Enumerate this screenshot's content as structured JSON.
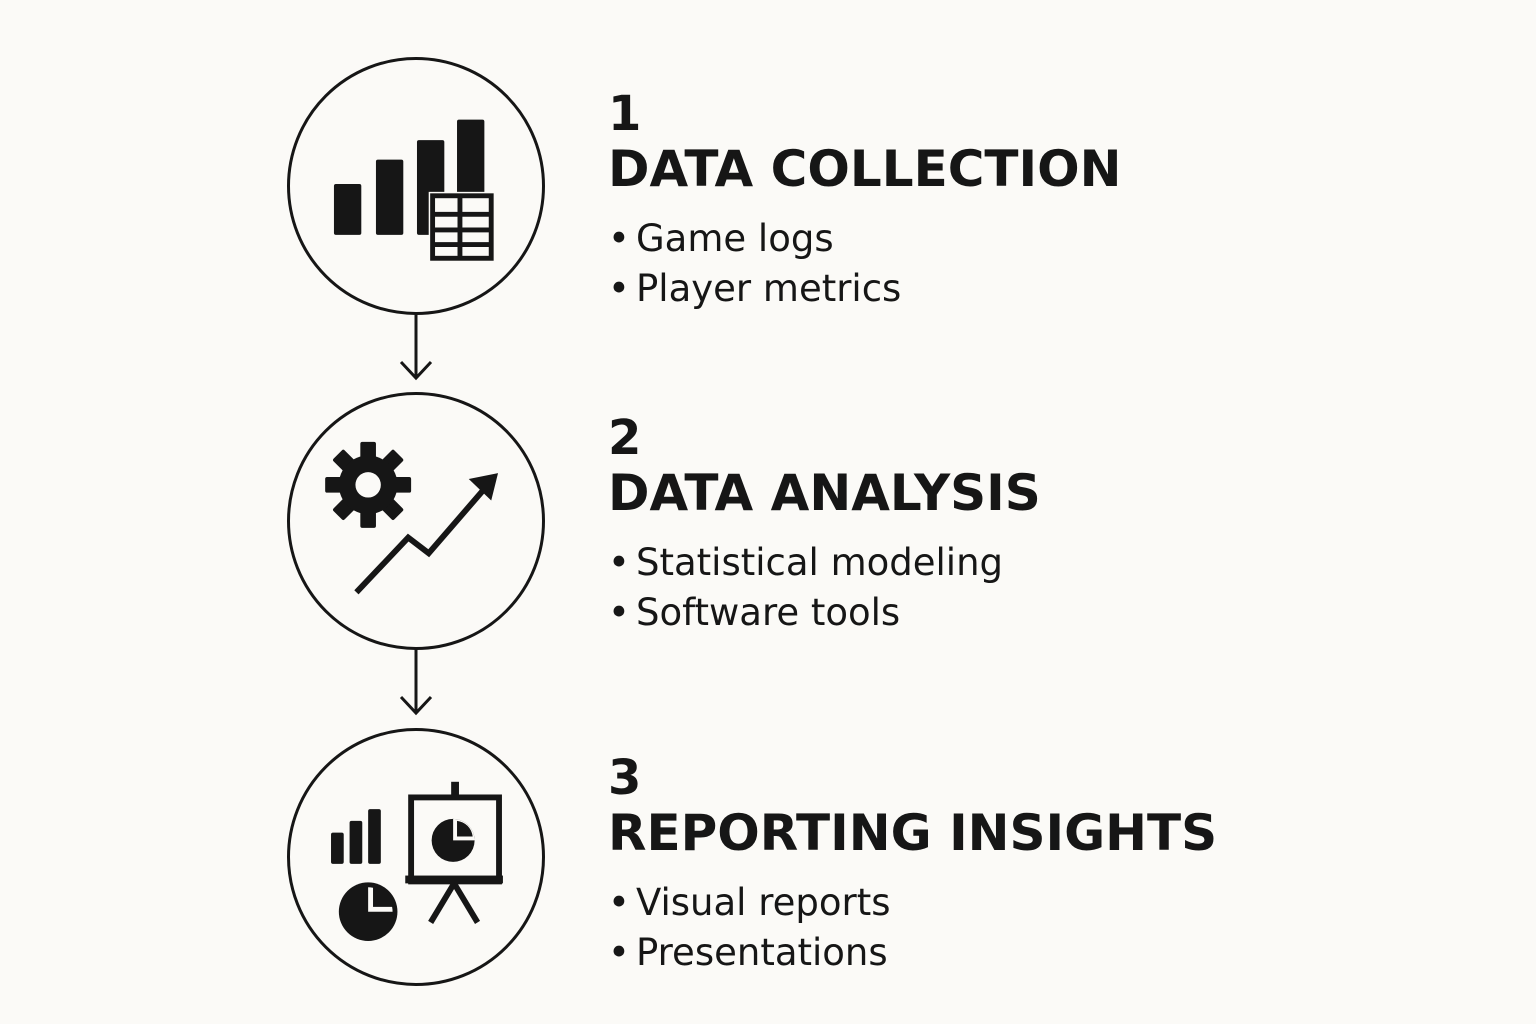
{
  "steps": [
    {
      "number": "1",
      "title": "DATA COLLECTION",
      "icon": "bar-chart-table-icon",
      "bullets": [
        "Game logs",
        "Player metrics"
      ]
    },
    {
      "number": "2",
      "title": "DATA ANALYSIS",
      "icon": "gear-trend-arrow-icon",
      "bullets": [
        "Statistical modeling",
        "Software tools"
      ]
    },
    {
      "number": "3",
      "title": "REPORTING INSIGHTS",
      "icon": "charts-presentation-board-icon",
      "bullets": [
        "Visual reports",
        "Presentations"
      ]
    }
  ],
  "bullet_glyph": "•",
  "colors": {
    "background": "#fbfaf7",
    "ink": "#161616"
  }
}
